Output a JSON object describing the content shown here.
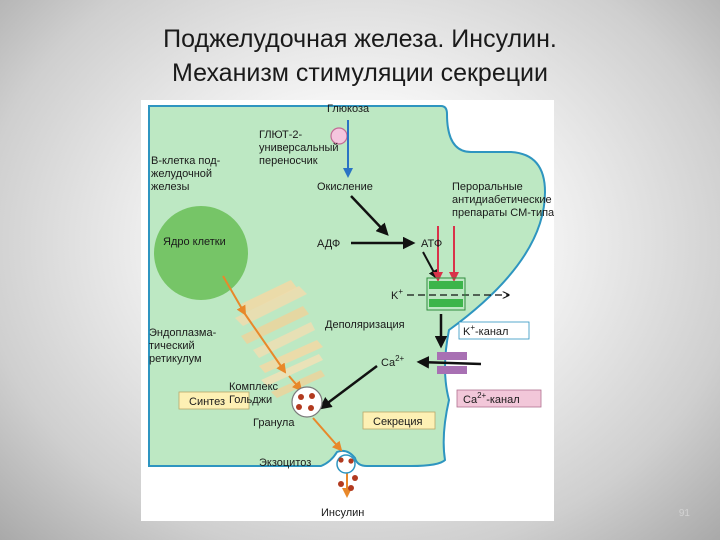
{
  "title": {
    "line1": "Поджелудочная железа. Инсулин.",
    "line2": "Механизм стимуляции секреции"
  },
  "diagram": {
    "glucose": "Глюкоза",
    "glut2": [
      "ГЛЮТ-2-",
      "универсальный",
      "переносчик"
    ],
    "b_cell": [
      "В-клетка под-",
      "желудочной",
      "железы"
    ],
    "oxidation": "Окисление",
    "oral_drugs": [
      "Пероральные",
      "антидиабетические",
      "препараты СМ-типа"
    ],
    "nucleus": "Ядро клетки",
    "adp": "АДФ",
    "atp": "АТФ",
    "k_ion": "K",
    "k_charge": "+",
    "depolarization": "Деполяризация",
    "k_channel": "K",
    "k_channel_charge": "+",
    "k_channel_suffix": "-канал",
    "er": [
      "Эндоплазма-",
      "тический",
      "ретикулум"
    ],
    "ca_ion": "Ca",
    "ca_charge": "2+",
    "golgi": [
      "Комплекс",
      "Гольджи"
    ],
    "synthesis": "Синтез",
    "ca_channel": "Ca",
    "ca_channel_charge": "2+",
    "ca_channel_suffix": "-канал",
    "granule": "Гранула",
    "secretion": "Секреция",
    "exocytosis": "Экзоцитоз",
    "insulin": "Инсулин"
  },
  "colors": {
    "cell": "#bde8c3",
    "cell_border": "#2e95c0",
    "nucleus": "#76c567",
    "black_arrow": "#111111",
    "blue_arrow": "#2a73c4",
    "orange_arrow": "#e8882a",
    "red_arrow": "#d9324a",
    "k_channel": "#3cb54a",
    "ca_channel": "#a870b3",
    "label_box_yellow": "#fdf0b4",
    "label_box_pink": "#f2c7d9",
    "granule_dots": "#b23a1f"
  },
  "page_number": "91"
}
